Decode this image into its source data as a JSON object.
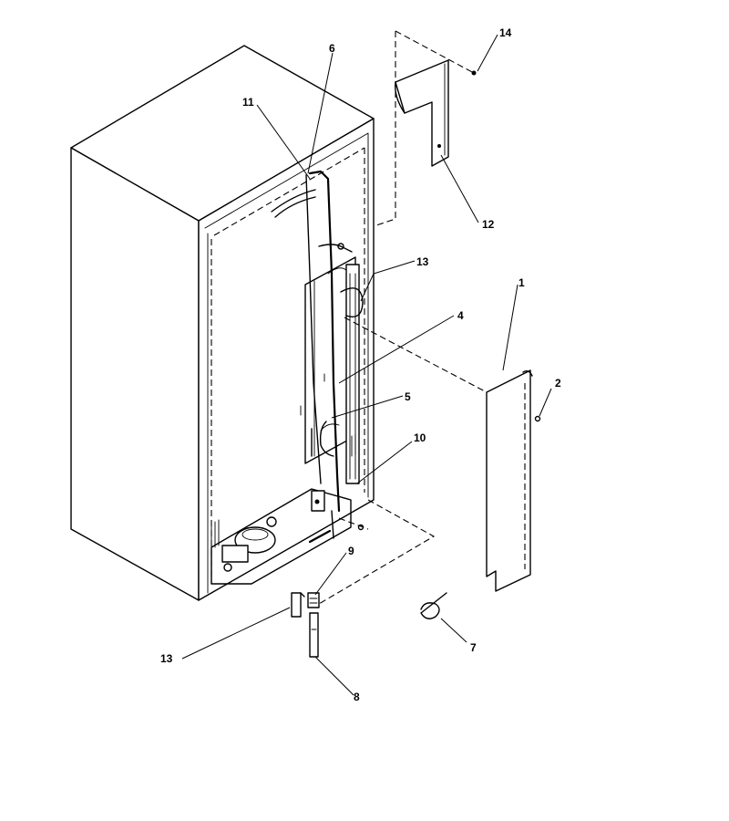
{
  "callouts": [
    {
      "id": "1",
      "label": "1"
    },
    {
      "id": "2",
      "label": "2"
    },
    {
      "id": "4",
      "label": "4"
    },
    {
      "id": "5",
      "label": "5"
    },
    {
      "id": "6",
      "label": "6"
    },
    {
      "id": "7",
      "label": "7"
    },
    {
      "id": "8",
      "label": "8"
    },
    {
      "id": "9",
      "label": "9"
    },
    {
      "id": "10",
      "label": "10"
    },
    {
      "id": "11",
      "label": "11"
    },
    {
      "id": "12",
      "label": "12"
    },
    {
      "id": "13a",
      "label": "13"
    },
    {
      "id": "13b",
      "label": "13"
    },
    {
      "id": "14",
      "label": "14"
    }
  ]
}
